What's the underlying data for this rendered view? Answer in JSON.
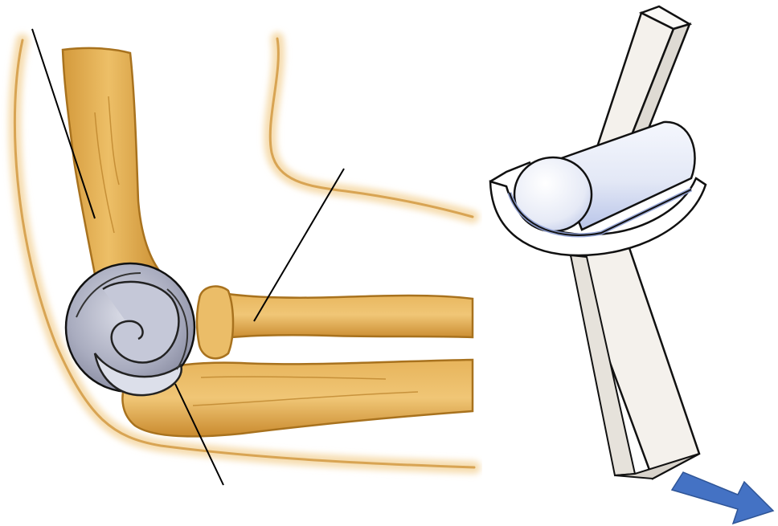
{
  "figure": {
    "left_panel": "elbow-joint-anatomy",
    "right_panel": "hinge-joint-mechanical-model"
  },
  "colors": {
    "bone_fill": "#E3AE55",
    "bone_shadow": "#C8892F",
    "bone_outline": "#A8721E",
    "skin_outline": "#D8A453",
    "skin_glow": "#F6DDB0",
    "cartilage_fill": "#B9BCCF",
    "cartilage_dark": "#7C7F95",
    "cylinder_fill": "#E8ECF8",
    "cylinder_shade": "#B8C4E8",
    "lever_fill": "#F4F1EC",
    "lever_shade": "#DEDAD3",
    "arrow_fill": "#4472C4",
    "line_color": "#000000"
  },
  "labels": {
    "left_pointer_count": 3,
    "text": []
  },
  "arrow": {
    "meaning": "direction-of-motion",
    "direction": "down-right"
  }
}
